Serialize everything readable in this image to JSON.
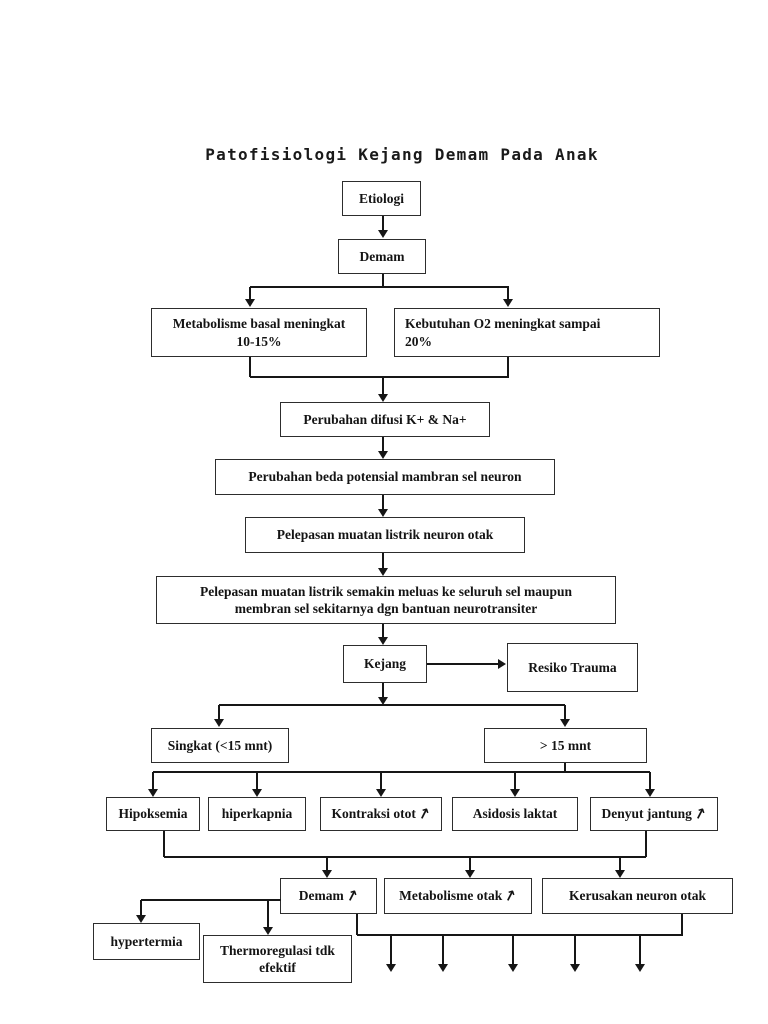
{
  "page": {
    "title": "Patofisiologi Kejang Demam Pada Anak"
  },
  "icons": {
    "increase_arrow": "↗"
  },
  "nodes": {
    "etiologi": "Etiologi",
    "demam": "Demam",
    "metabolisme_basal": [
      "Metabolisme basal meningkat",
      "10-15%"
    ],
    "kebutuhan_o2": [
      "Kebutuhan O2 meningkat sampai",
      "20%"
    ],
    "perubahan_difusi": "Perubahan difusi K+ & Na+",
    "perubahan_potensial": "Perubahan beda potensial mambran sel neuron",
    "pelepasan_listrik": "Pelepasan muatan listrik neuron otak",
    "pelepasan_meluas": [
      "Pelepasan muatan listrik semakin meluas ke seluruh sel maupun",
      "membran sel sekitarnya dgn bantuan neurotransiter"
    ],
    "kejang": "Kejang",
    "resiko_trauma": "Resiko Trauma",
    "singkat": "Singkat (<15 mnt)",
    "lama": "> 15 mnt",
    "hipoksemia": "Hipoksemia",
    "hiperkapnia": "hiperkapnia",
    "kontraksi_otot": "Kontraksi otot",
    "asidosis_laktat": "Asidosis laktat",
    "denyut_jantung": "Denyut jantung",
    "demam_meningkat": "Demam",
    "metabolisme_otak": "Metabolisme otak",
    "kerusakan_neuron": "Kerusakan neuron otak",
    "hypertermia": "hypertermia",
    "thermoregulasi": [
      "Thermoregulasi tdk",
      "efektif"
    ]
  }
}
